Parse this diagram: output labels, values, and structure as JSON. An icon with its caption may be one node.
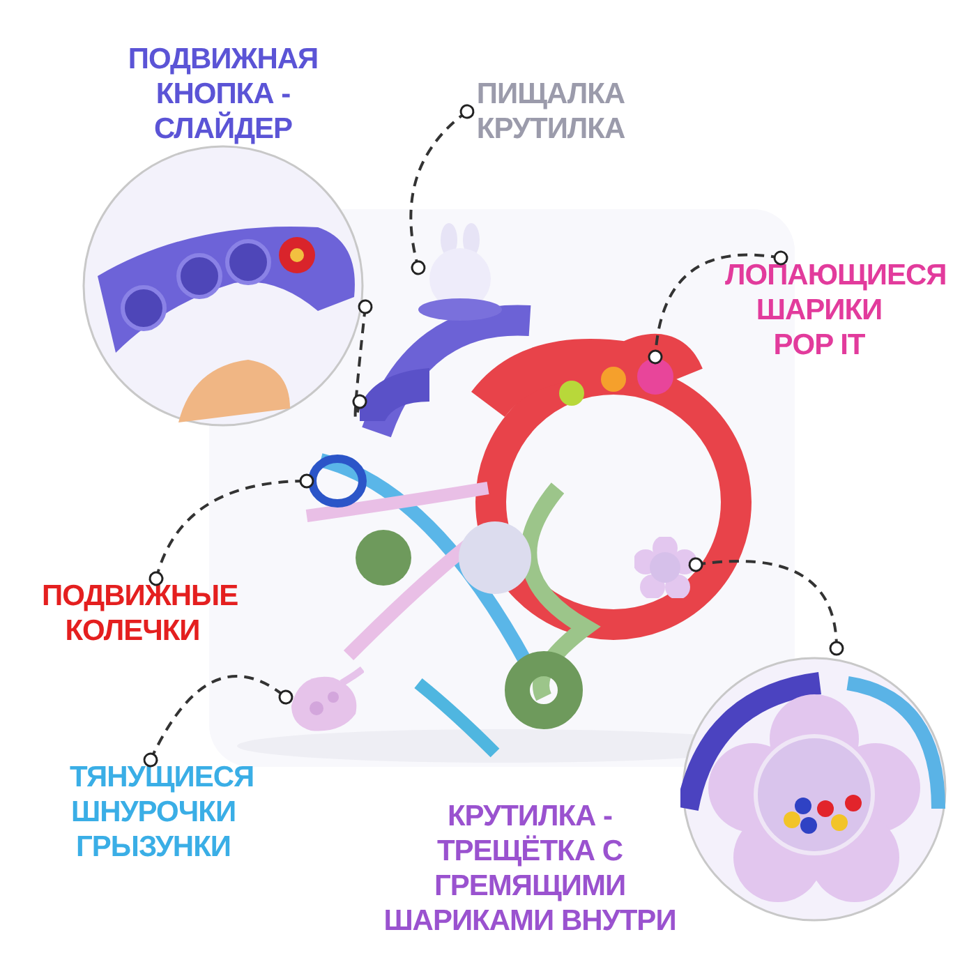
{
  "diagram": {
    "nodes": [
      {
        "text": [
          "ПОДВИЖНАЯ КНОПКА - СЛАЙДЕР"
        ]
      },
      {
        "text": [
          "ПИЩАЛКА КРУТИЛКА"
        ]
      },
      {
        "text": [
          "ЛОПАЮЩИЕСЯ ШАРИКИ POP IT"
        ]
      },
      {
        "text": [
          "ПОДВИЖНЫЕ КОЛЕЧКИ"
        ]
      },
      {
        "text": [
          "ТЯНУЩИЕСЯ ШНУРОЧКИ ГРЫЗУНКИ"
        ]
      },
      {
        "text": [
          "КРУТИЛКА - ТРЕЩЁТКА С ГРЕМЯЩИМИ ШАРИКАМИ ВНУТРИ"
        ]
      },
      {
        "text": [],
        "shape": "picture"
      },
      {
        "text": [],
        "shape": "picture",
        "in": 6
      },
      {
        "text": [],
        "shape": "picture",
        "in": 6
      },
      {
        "text": [],
        "shape": "circle",
        "in": 6
      },
      {
        "text": [],
        "shape": "circle",
        "in": 6
      },
      {
        "text": [],
        "shape": "picture",
        "in": 6
      },
      {
        "text": [],
        "shape": "picture",
        "in": 6
      }
    ],
    "edges": [
      {
        "from": 0,
        "to": 7,
        "arrow": "other",
        "style": "dashed"
      },
      {
        "from": 1,
        "to": 8,
        "arrow": "other",
        "style": "dashed"
      },
      {
        "from": 2,
        "to": 9,
        "arrow": "other",
        "style": "dashed"
      },
      {
        "from": 3,
        "to": 10,
        "arrow": "other",
        "style": "dashed"
      },
      {
        "from": 4,
        "to": 11,
        "arrow": "other",
        "style": "dashed"
      },
      {
        "from": 12,
        "to": 5,
        "arrow": "other",
        "style": "dashed"
      }
    ]
  }
}
